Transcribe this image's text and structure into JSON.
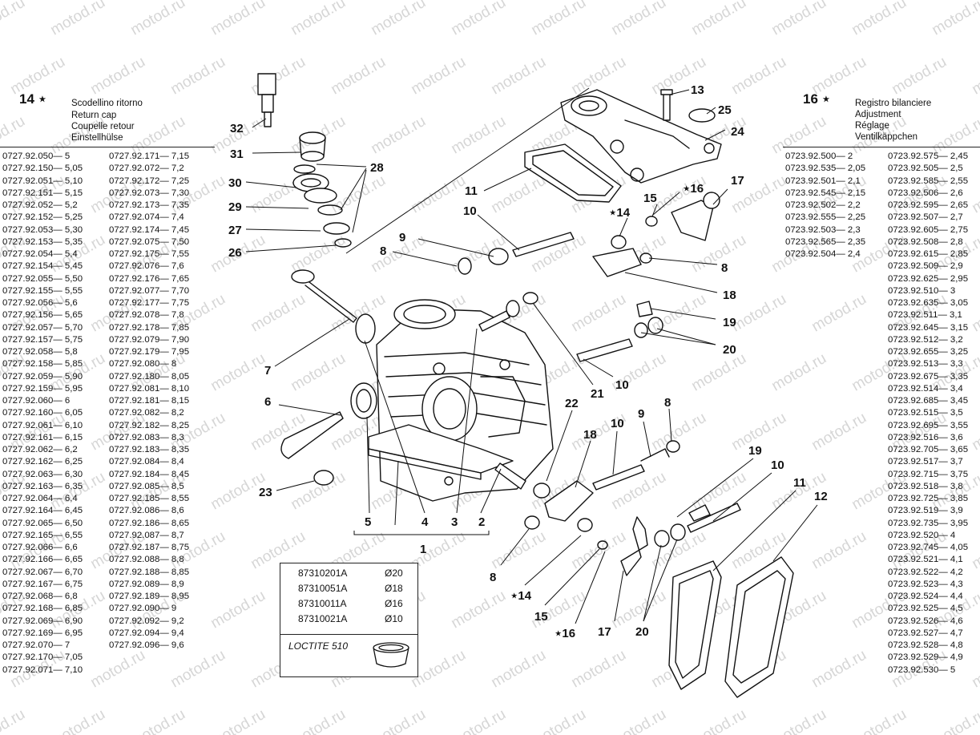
{
  "watermark": "motod.ru",
  "left_header": {
    "ref": "14 ⋆",
    "lines": [
      "Scodellino ritorno",
      "Return cap",
      "Coupelle retour",
      "Einstellhülse"
    ]
  },
  "right_header": {
    "ref": "16 ⋆",
    "lines": [
      "Registro bilanciere",
      "Adjustment",
      "Réglage",
      "Ventilkäppchen"
    ]
  },
  "left_table": {
    "col1": [
      "0727.92.050— 5",
      "0727.92.150— 5,05",
      "0727.92.051— 5,10",
      "0727.92.151— 5,15",
      "0727.92.052— 5,2",
      "0727.92.152— 5,25",
      "0727.92.053— 5,30",
      "0727.92.153— 5,35",
      "0727.92.054— 5,4",
      "0727.92.154— 5,45",
      "0727.92.055— 5,50",
      "0727.92.155— 5,55",
      "0727.92.056— 5,6",
      "0727.92.156— 5,65",
      "0727.92.057— 5,70",
      "0727.92.157— 5,75",
      "0727.92.058— 5,8",
      "0727.92.158— 5,85",
      "0727.92.059— 5,90",
      "0727.92.159— 5,95",
      "0727.92.060— 6",
      "0727.92.160— 6,05",
      "0727.92.061— 6,10",
      "0727.92.161— 6,15",
      "0727.92.062— 6,2",
      "0727.92.162— 6,25",
      "0727.92.063— 6,30",
      "0727.92.163— 6,35",
      "0727.92.064— 6,4",
      "0727.92.164— 6,45",
      "0727.92.065— 6,50",
      "0727.92.165— 6,55",
      "0727.92.066— 6,6",
      "0727.92.166— 6,65",
      "0727.92.067— 6,70",
      "0727.92.167— 6,75",
      "0727.92.068— 6,8",
      "0727.92.168— 6,85",
      "0727.92.069— 6,90",
      "0727.92.169— 6,95",
      "0727.92.070— 7",
      "0727.92.170— 7,05",
      "0727.92.071— 7,10"
    ],
    "col2": [
      "0727.92.171— 7,15",
      "0727.92.072— 7,2",
      "0727.92.172— 7,25",
      "0727.92.073— 7,30",
      "0727.92.173— 7,35",
      "0727.92.074— 7,4",
      "0727.92.174— 7,45",
      "0727.92.075— 7,50",
      "0727.92.175— 7,55",
      "0727.92.076— 7,6",
      "0727.92.176— 7,65",
      "0727.92.077— 7,70",
      "0727.92.177— 7,75",
      "0727.92.078— 7,8",
      "0727.92.178— 7,85",
      "0727.92.079— 7,90",
      "0727.92.179— 7,95",
      "0727.92.080— 8",
      "0727.92.180— 8,05",
      "0727.92.081— 8,10",
      "0727.92.181— 8,15",
      "0727.92.082— 8,2",
      "0727.92.182— 8,25",
      "0727.92.083— 8,3",
      "0727.92.183— 8,35",
      "0727.92.084— 8,4",
      "0727.92.184— 8,45",
      "0727.92.085— 8,5",
      "0727.92.185— 8,55",
      "0727.92.086— 8,6",
      "0727.92.186— 8,65",
      "0727.92.087— 8,7",
      "0727.92.187— 8,75",
      "0727.92.088— 8,8",
      "0727.92.188— 8,85",
      "0727.92.089— 8,9",
      "0727.92.189— 8,95",
      "0727.92.090— 9",
      "0727.92.092— 9,2",
      "0727.92.094— 9,4",
      "0727.92.096— 9,6"
    ]
  },
  "right_table": {
    "col1": [
      "0723.92.500— 2",
      "0723.92.535— 2,05",
      "0723.92.501— 2,1",
      "0723.92.545— 2,15",
      "0723.92.502— 2,2",
      "0723.92.555— 2,25",
      "0723.92.503— 2,3",
      "0723.92.565— 2,35",
      "0723.92.504— 2,4"
    ],
    "col2": [
      "0723.92.575— 2,45",
      "0723.92.505— 2,5",
      "0723.92.585— 2,55",
      "0723.92.506— 2,6",
      "0723.92.595— 2,65",
      "0723.92.507— 2,7",
      "0723.92.605— 2,75",
      "0723.92.508— 2,8",
      "0723.92.615— 2,85",
      "0723.92.509— 2,9",
      "0723.92.625— 2,95",
      "0723.92.510— 3",
      "0723.92.635— 3,05",
      "0723.92.511— 3,1",
      "0723.92.645— 3,15",
      "0723.92.512— 3,2",
      "0723.92.655— 3,25",
      "0723.92.513— 3,3",
      "0723.92.675— 3,35",
      "0723.92.514— 3,4",
      "0723.92.685— 3,45",
      "0723.92.515— 3,5",
      "0723.92.695— 3,55",
      "0723.92.516— 3,6",
      "0723.92.705— 3,65",
      "0723.92.517— 3,7",
      "0723.92.715— 3,75",
      "0723.92.518— 3,8",
      "0723.92.725— 3,85",
      "0723.92.519— 3,9",
      "0723.92.735— 3,95",
      "0723.92.520— 4",
      "0723.92.745— 4,05",
      "0723.92.521— 4,1",
      "0723.92.522— 4,2",
      "0723.92.523— 4,3",
      "0723.92.524— 4,4",
      "0723.92.525— 4,5",
      "0723.92.526— 4,6",
      "0723.92.527— 4,7",
      "0723.92.528— 4,8",
      "0723.92.529— 4,9",
      "0723.92.530— 5"
    ]
  },
  "part_numbers": [
    {
      "code": "87310201A",
      "dia": "Ø20"
    },
    {
      "code": "87310051A",
      "dia": "Ø18"
    },
    {
      "code": "87310011A",
      "dia": "Ø16"
    },
    {
      "code": "87310021A",
      "dia": "Ø10"
    }
  ],
  "loctite": "LOCTITE 510",
  "callouts": {
    "c13": "13",
    "c25": "25",
    "c24": "24",
    "c32": "32",
    "c31": "31",
    "c28": "28",
    "c30": "30",
    "c29": "29",
    "c27": "27",
    "c26": "26",
    "c11a": "11",
    "c10a": "10",
    "c9a": "9",
    "c8a": "8",
    "c15a": "15",
    "c16a": "⋆16",
    "c14a": "⋆14",
    "c17a": "17",
    "c8b": "8",
    "c18a": "18",
    "c19a": "19",
    "c20a": "20",
    "c7": "7",
    "c21": "21",
    "c10b": "10",
    "c6": "6",
    "c22": "22",
    "c18b": "18",
    "c10c": "10",
    "c9b": "9",
    "c8c": "8",
    "c23": "23",
    "c5": "5",
    "c4": "4",
    "c3": "3",
    "c2": "2",
    "c1": "1",
    "c19b": "19",
    "c10d": "10",
    "c11b": "11",
    "c12": "12",
    "c8d": "8",
    "c14b": "⋆14",
    "c15b": "15",
    "c16b": "⋆16",
    "c17b": "17",
    "c20b": "20"
  }
}
